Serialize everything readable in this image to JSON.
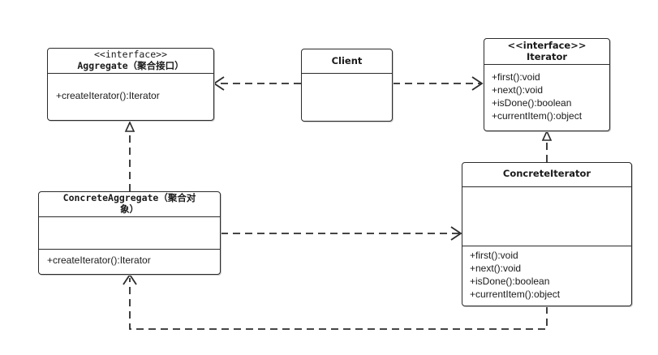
{
  "aggregate": {
    "stereotype": "<<interface>>",
    "name": "Aggregate（聚合接口）",
    "methods": [
      "+createIterator():Iterator"
    ]
  },
  "client": {
    "name": "Client"
  },
  "iterator": {
    "stereotype": "<<interface>>",
    "name": "Iterator",
    "methods": [
      "+first():void",
      "+next():void",
      "+isDone():boolean",
      "+currentItem():object"
    ]
  },
  "concrete_aggregate": {
    "name_line1": "ConcreteAggregate（聚合对",
    "name_line2": "象）",
    "methods": [
      "+createIterator():Iterator"
    ]
  },
  "concrete_iterator": {
    "name": "ConcreteIterator",
    "methods": [
      "+first():void",
      "+next():void",
      "+isDone():boolean",
      "+currentItem():object"
    ]
  }
}
